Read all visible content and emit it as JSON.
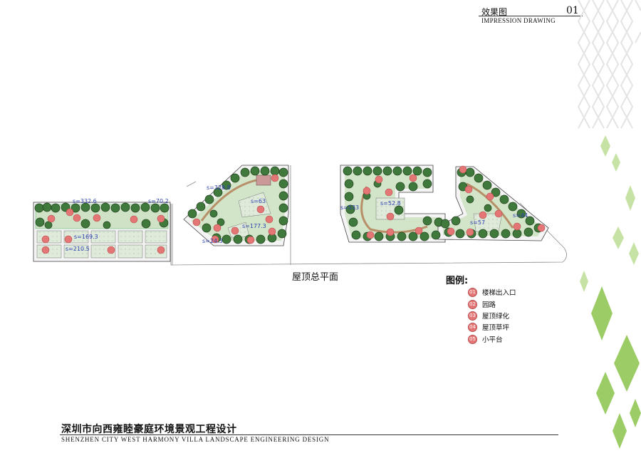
{
  "header": {
    "title_cn": "效果图",
    "page_number": "01",
    "title_en": "IMPRESSION DRAWING"
  },
  "plan": {
    "title": "屋顶总平面",
    "area_labels": [
      "s=332.6",
      "s=70.2",
      "s=169.3",
      "s=210.5",
      "s=328.8",
      "s=63",
      "s=177.3",
      "s=24.3",
      "s=533",
      "s=52.8",
      "s=57",
      "s=44"
    ]
  },
  "legend": {
    "title": "图例:",
    "items": [
      {
        "code": "01",
        "label": "楼梯出入口"
      },
      {
        "code": "02",
        "label": "园路"
      },
      {
        "code": "03",
        "label": "屋顶绿化"
      },
      {
        "code": "04",
        "label": "屋顶草坪"
      },
      {
        "code": "05",
        "label": "小平台"
      }
    ]
  },
  "footer": {
    "title_cn": "深圳市向西雍睦豪庭环境景观工程设计",
    "title_en": "SHENZHEN CITY WEST HARMONY VILLA LANDSCAPE ENGINEERING DESIGN"
  },
  "colors": {
    "tree": "#3f7a3c",
    "tree_dark": "#1f3f1c",
    "lawn": "#dbe9d3",
    "marker": "#e47676",
    "area_label": "#2a3fb0",
    "deco_green": "#9ccc65"
  }
}
